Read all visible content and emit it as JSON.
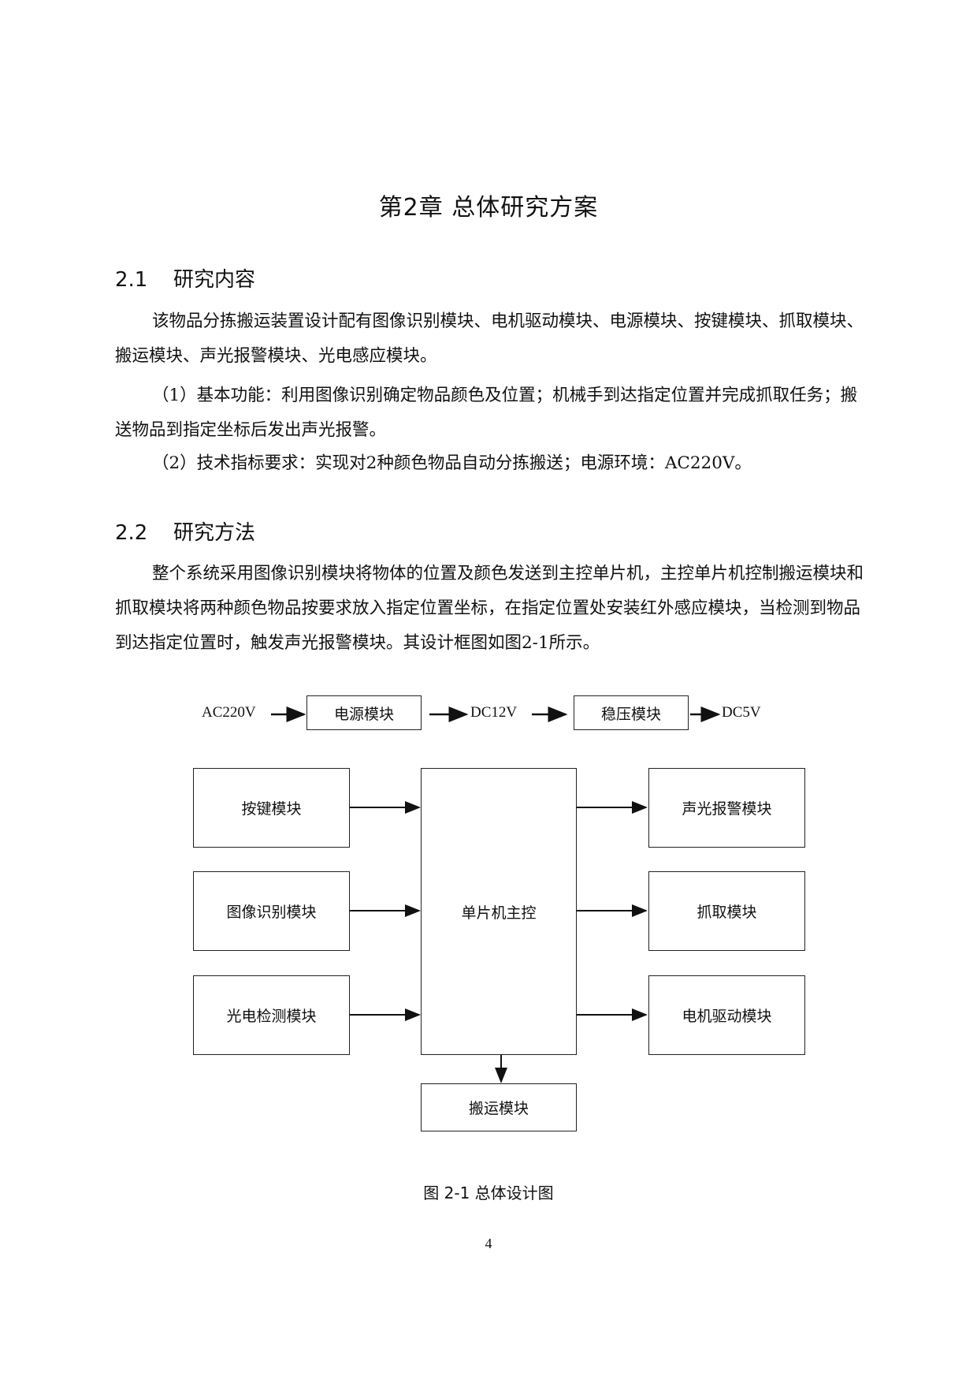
{
  "chapter": {
    "title": "第2章 总体研究方案"
  },
  "sections": [
    {
      "number": "2.1",
      "title": "研究内容",
      "paragraphs": [
        "该物品分拣搬运装置设计配有图像识别模块、电机驱动模块、电源模块、按键模块、抓取模块、搬运模块、声光报警模块、光电感应模块。",
        "（1）基本功能：利用图像识别确定物品颜色及位置；机械手到达指定位置并完成抓取任务；搬送物品到指定坐标后发出声光报警。",
        "（2）技术指标要求：实现对2种颜色物品自动分拣搬送；电源环境：AC220V。"
      ]
    },
    {
      "number": "2.2",
      "title": "研究方法",
      "paragraphs": [
        "整个系统采用图像识别模块将物体的位置及颜色发送到主控单片机，主控单片机控制搬运模块和抓取模块将两种颜色物品按要求放入指定位置坐标，在指定位置处安装红外感应模块，当检测到物品到达指定位置时，触发声光报警模块。其设计框图如图2-1所示。"
      ]
    }
  ],
  "diagram": {
    "power_chain": {
      "input": "AC220V",
      "power_module": "电源模块",
      "mid_voltage": "DC12V",
      "regulator_module": "稳压模块",
      "output": "DC5V"
    },
    "inputs": [
      "按键模块",
      "图像识别模块",
      "光电检测模块"
    ],
    "controller": "单片机主控",
    "outputs": [
      "声光报警模块",
      "抓取模块",
      "电机驱动模块"
    ],
    "bottom": "搬运模块"
  },
  "figure": {
    "caption": "图 2-1 总体设计图"
  },
  "page": {
    "number": "4"
  }
}
